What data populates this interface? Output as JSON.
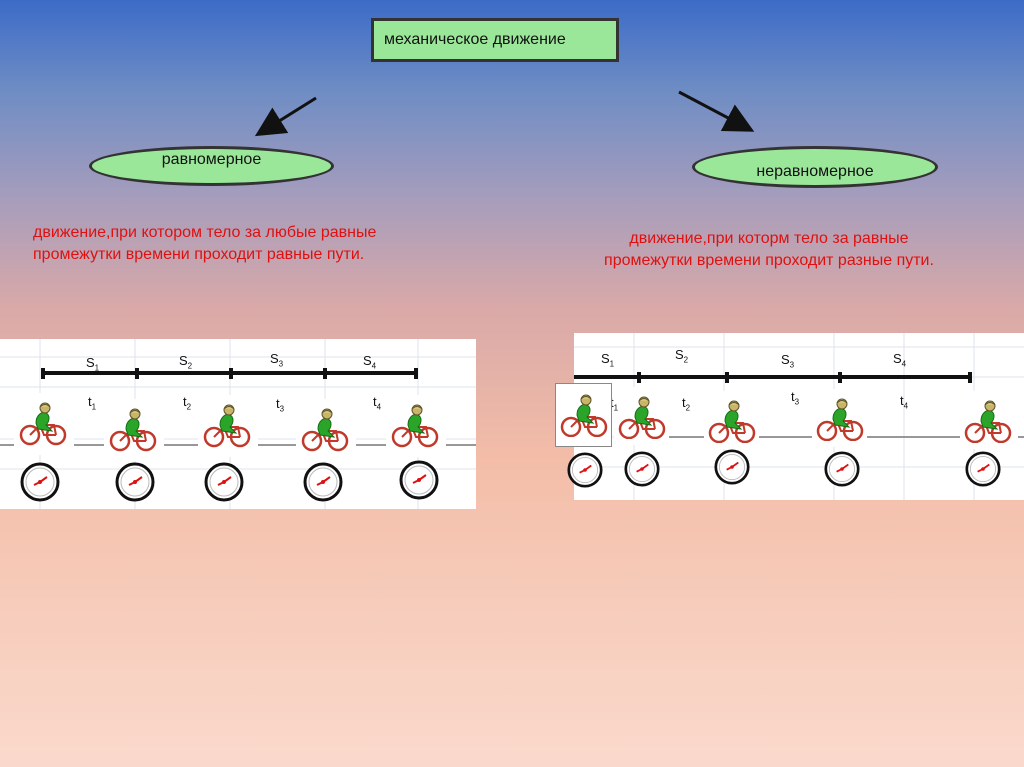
{
  "title": "механическое движение",
  "uniform": {
    "label": "равномерное",
    "definition_line1": "движение,при котором тело за любые равные",
    "definition_line2": "промежутки времени проходит равные пути.",
    "distances": [
      {
        "base": "S",
        "sub": "1"
      },
      {
        "base": "S",
        "sub": "2"
      },
      {
        "base": "S",
        "sub": "3"
      },
      {
        "base": "S",
        "sub": "4"
      }
    ],
    "times": [
      {
        "base": "t",
        "sub": "1"
      },
      {
        "base": "t",
        "sub": "2"
      },
      {
        "base": "t",
        "sub": "3"
      },
      {
        "base": "t",
        "sub": "4"
      }
    ]
  },
  "nonuniform": {
    "label": "неравномерное",
    "definition_line1": "движение,при которм тело за равные",
    "definition_line2": "промежутки времени проходит разные пути.",
    "distances": [
      {
        "base": "S",
        "sub": "1"
      },
      {
        "base": "S",
        "sub": "2"
      },
      {
        "base": "S",
        "sub": "3"
      },
      {
        "base": "S",
        "sub": "4"
      }
    ],
    "times": [
      {
        "base": "t",
        "sub": "1"
      },
      {
        "base": "t",
        "sub": "2"
      },
      {
        "base": "t",
        "sub": "3"
      },
      {
        "base": "t",
        "sub": "4"
      }
    ]
  },
  "colors": {
    "ellipse_fill": "#9be79a",
    "definition_text": "#e01010",
    "cyclist": "#2aa52a"
  },
  "icons": [
    "cyclist-icon",
    "clock-icon",
    "arrow-icon"
  ]
}
